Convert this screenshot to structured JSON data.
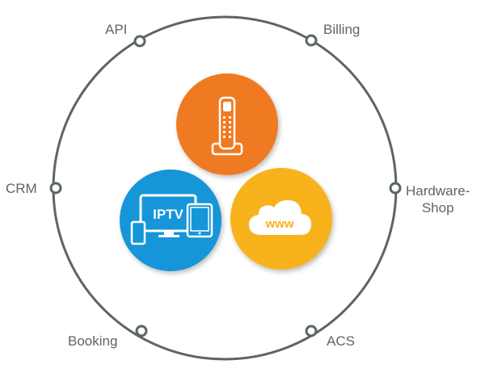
{
  "colors": {
    "ring": "#5b6664",
    "label": "#5c6766",
    "phone_circle": "#f07a22",
    "iptv_circle": "#1596d8",
    "www_circle": "#f7b21a",
    "icon_white": "#ffffff"
  },
  "ring_nodes": [
    {
      "id": "api",
      "label": "API"
    },
    {
      "id": "billing",
      "label": "Billing"
    },
    {
      "id": "crm",
      "label": "CRM"
    },
    {
      "id": "hardware-shop",
      "label": "Hardware-Shop",
      "line1": "Hardware-",
      "line2": "Shop"
    },
    {
      "id": "booking",
      "label": "Booking"
    },
    {
      "id": "acs",
      "label": "ACS"
    }
  ],
  "services": {
    "phone": {
      "icon": "cordless-phone-icon"
    },
    "iptv": {
      "label": "IPTV",
      "icon": "devices-icon"
    },
    "www": {
      "label": "www",
      "icon": "cloud-icon"
    }
  }
}
